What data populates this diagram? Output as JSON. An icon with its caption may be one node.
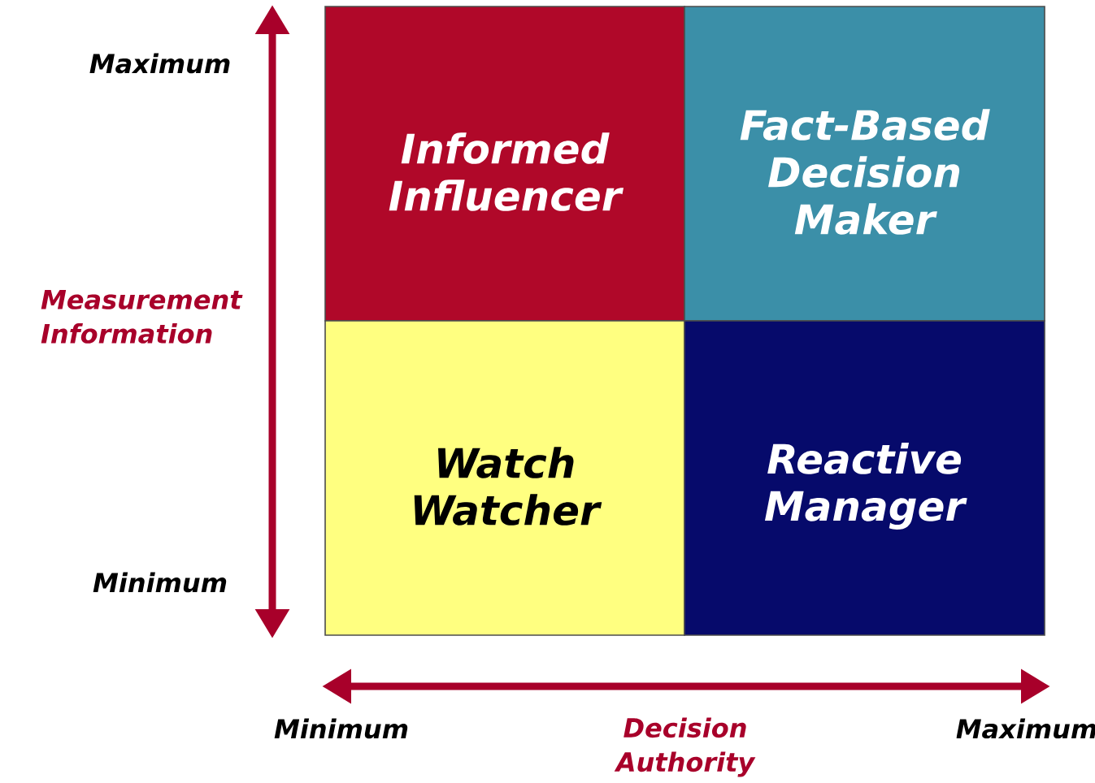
{
  "diagram": {
    "nodes": [
      {
        "text": [
          "Informed Influencer"
        ]
      },
      {
        "text": [
          "Fact-Based Decision Maker"
        ]
      },
      {
        "text": [
          "Watch Watcher"
        ]
      },
      {
        "text": [
          "Reactive Manager"
        ]
      }
    ],
    "labels": [
      "Maximum",
      "Measurement Information",
      "Minimum",
      "Minimum",
      "Decision Authority",
      "Maximum"
    ]
  }
}
